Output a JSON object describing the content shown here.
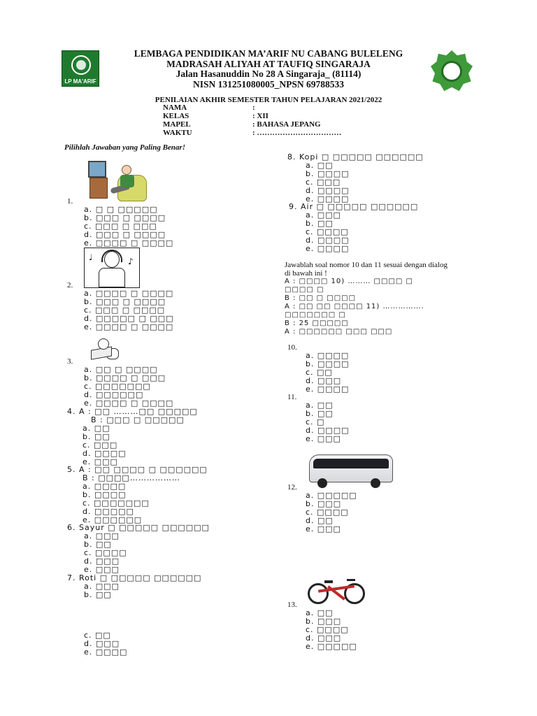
{
  "header": {
    "line1": "LEMBAGA PENDIDIKAN MA’ARIF NU CABANG BULELENG",
    "line2": "MADRASAH ALIYAH AT TAUFIQ SINGARAJA",
    "line3": "Jalan Hasanuddin No 28 A Singaraja_ (81114)",
    "line4": "NISN 131251080005_NPSN 69788533",
    "logo_left_label": "LP MA'ARIF"
  },
  "assessment_title": "PENILAIAN AKHIR SEMESTER TAHUN PELAJARAN 2021/2022",
  "fields": [
    {
      "label": "NAMA",
      "value": ":"
    },
    {
      "label": "KELAS",
      "value": ": XII"
    },
    {
      "label": "MAPEL",
      "value": ": BAHASA JEPANG"
    },
    {
      "label": "WAKTU",
      "value": ": ……………………………"
    }
  ],
  "instruction": "Pilihlah Jawaban yang Paling Benar!",
  "left": {
    "q1": {
      "num": "1.",
      "options": [
        "a.   □  □  □□□□□",
        "b.   □□□  □  □□□□",
        "c.   □□□  □  □□□",
        "d.   □□□  □  □□□□",
        "e.   □□□□  □  □□□□"
      ]
    },
    "q2": {
      "num": "2.",
      "options": [
        "a.   □□□□  □  □□□□",
        "b.   □□□  □  □□□□",
        "c.   □□□  □  □□□□",
        "d.   □□□□□  □  □□□",
        "e.   □□□□  □  □□□□"
      ]
    },
    "q3": {
      "num": "3.",
      "options": [
        "a.   □□  □  □□□□",
        "b.   □□□□  □  □□□",
        "c.   □□□□□□□",
        "d.   □□□□□□",
        "e.   □□□□  □  □□□□"
      ]
    },
    "q4": {
      "stem": "4.    A : □□   ………□□  □□□□□",
      "stem2": "B : □□□  □  □□□□□",
      "options": [
        "a.   □□",
        "b.   □□",
        "c.   □□□",
        "d.   □□□□",
        "e.   □□□"
      ]
    },
    "q5": {
      "stem": "5.    A : □□   □□□□  □  □□□□□□",
      "stem2": "B : □□□□………………",
      "options": [
        "a.   □□□□",
        "b.   □□□□",
        "c.   □□□□□□□",
        "d.   □□□□□",
        "e.   □□□□□□"
      ]
    },
    "q6": {
      "stem": "6.    Sayur   □   □□□□□   □□□□□□",
      "options": [
        "a.   □□□",
        "b.   □□",
        "c.   □□□□",
        "d.   □□□",
        "e.   □□□"
      ]
    },
    "q7": {
      "stem": "7.    Roti   □   □□□□□   □□□□□□",
      "options_top": [
        "a.   □□□",
        "b.   □□"
      ],
      "options_bottom": [
        "c.   □□",
        "d.   □□□",
        "e.   □□□□"
      ]
    }
  },
  "right": {
    "q8": {
      "stem": "8.    Kopi   □   □□□□□   □□□□□□",
      "options": [
        "a.   □□",
        "b.   □□□□",
        "c.   □□□",
        "d.   □□□□",
        "e.   □□□□"
      ]
    },
    "q9": {
      "stem": "9.    Air   □   □□□□□   □□□□□□",
      "options": [
        "a.   □□□",
        "b.   □□",
        "c.   □□□□",
        "d.   □□□□",
        "e.   □□□□"
      ]
    },
    "dialog": {
      "intro1": "Jawablah soal nomor 10 dan 11 sesuai dengan dialog",
      "intro2": "di bawah ini !",
      "l1": "A : □□□□   10) ………    □□□□   □",
      "l2": "      □□□□   □",
      "l3": "B : □□   □   □□□□",
      "l4": "A : □□   □□   □□□□    11) …………….",
      "l5": "      □□□□□□□   □",
      "l6": "B : 25 □□□□□",
      "l7": "A : □□□□□□   □□□   □□□"
    },
    "q10": {
      "num": "10.",
      "options": [
        "a.   □□□□",
        "b.   □□□□",
        "c.   □□",
        "d.   □□□",
        "e.   □□□□"
      ]
    },
    "q11": {
      "num": "11.",
      "options": [
        "a.   □□",
        "b.   □□",
        "c.   □",
        "d.   □□□□",
        "e.   □□□"
      ]
    },
    "q12": {
      "num": "12.",
      "options": [
        "a.   □□□□□",
        "b.   □□□",
        "c.   □□□□",
        "d.   □□",
        "e.   □□□"
      ]
    },
    "q13": {
      "num": "13.",
      "options": [
        "a.   □□",
        "b.   □□□",
        "c.   □□□□",
        "d.   □□□",
        "e.   □□□□□"
      ]
    }
  }
}
